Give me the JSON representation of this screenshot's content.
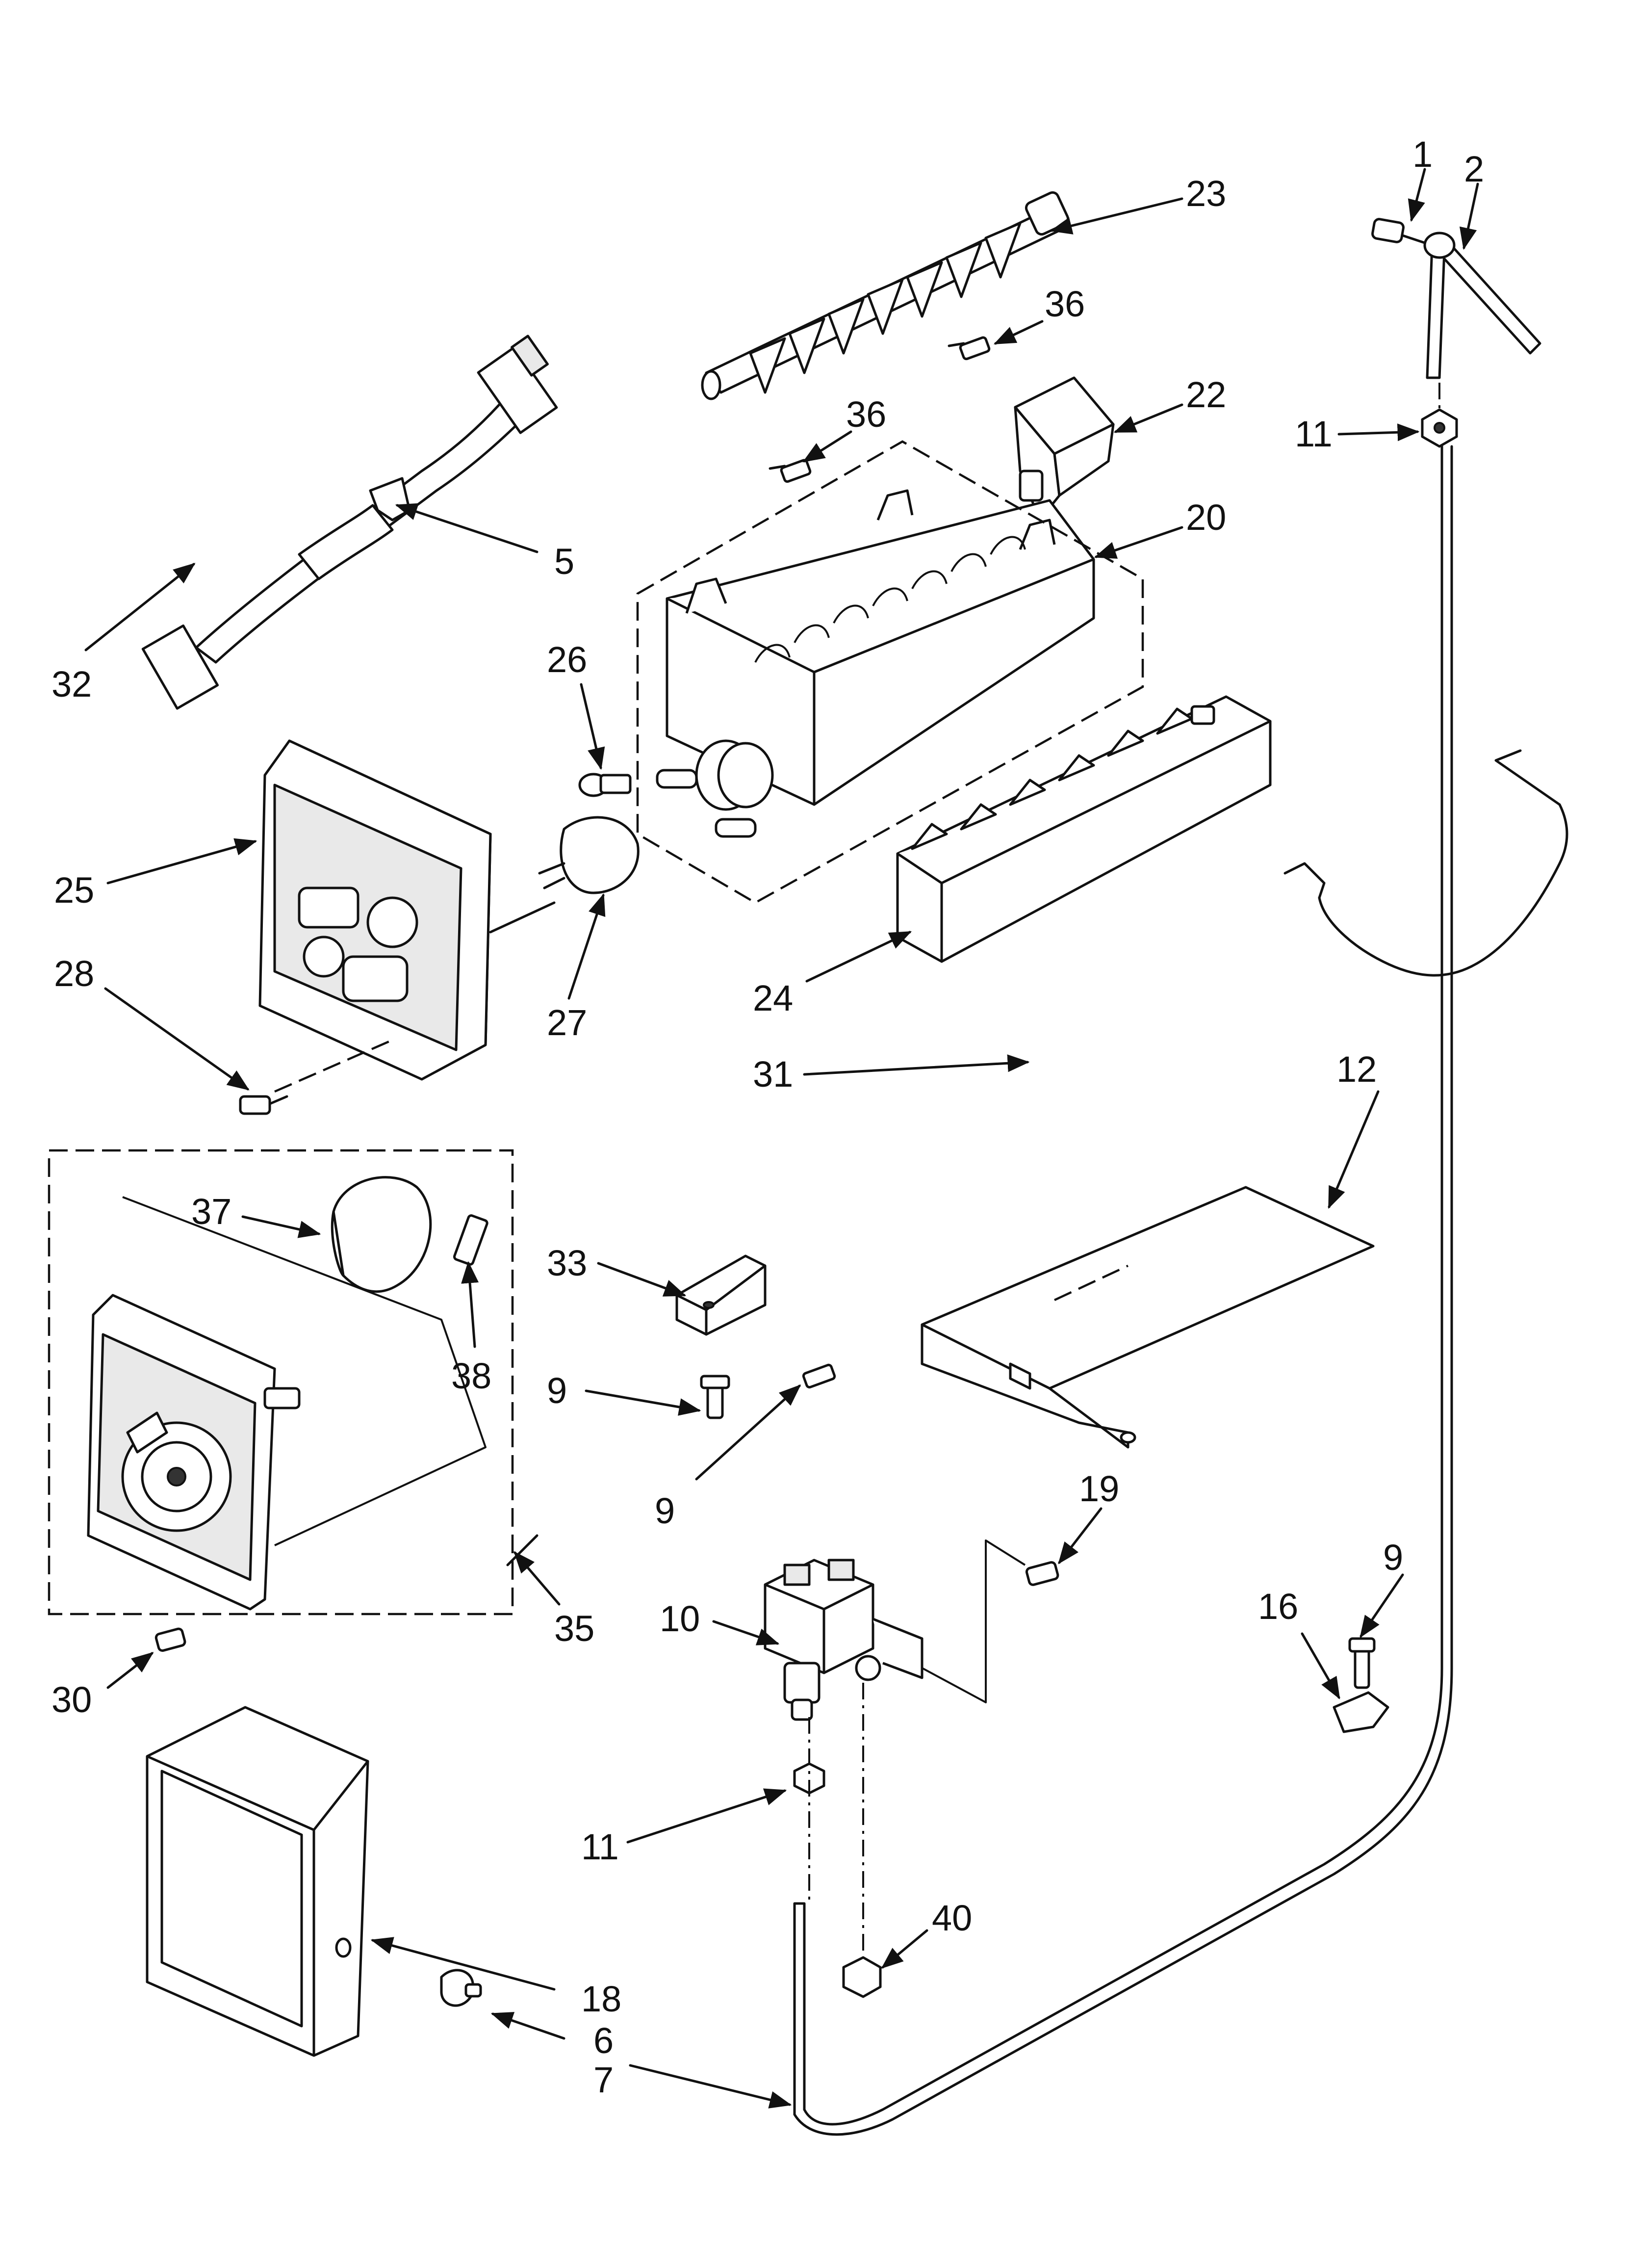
{
  "labels": {
    "p1": "1",
    "p2": "2",
    "p23": "23",
    "p36a": "36",
    "p36b": "36",
    "p22": "22",
    "p11a": "11",
    "p20": "20",
    "p5": "5",
    "p32": "32",
    "p26": "26",
    "p25": "25",
    "p27": "27",
    "p28": "28",
    "p24": "24",
    "p31": "31",
    "p12": "12",
    "p37": "37",
    "p38": "38",
    "p33": "33",
    "p9a": "9",
    "p9b": "9",
    "p19": "19",
    "p35": "35",
    "p10": "10",
    "p9c": "9",
    "p16": "16",
    "p30": "30",
    "p11b": "11",
    "p40": "40",
    "p18": "18",
    "p6": "6",
    "p7": "7"
  }
}
